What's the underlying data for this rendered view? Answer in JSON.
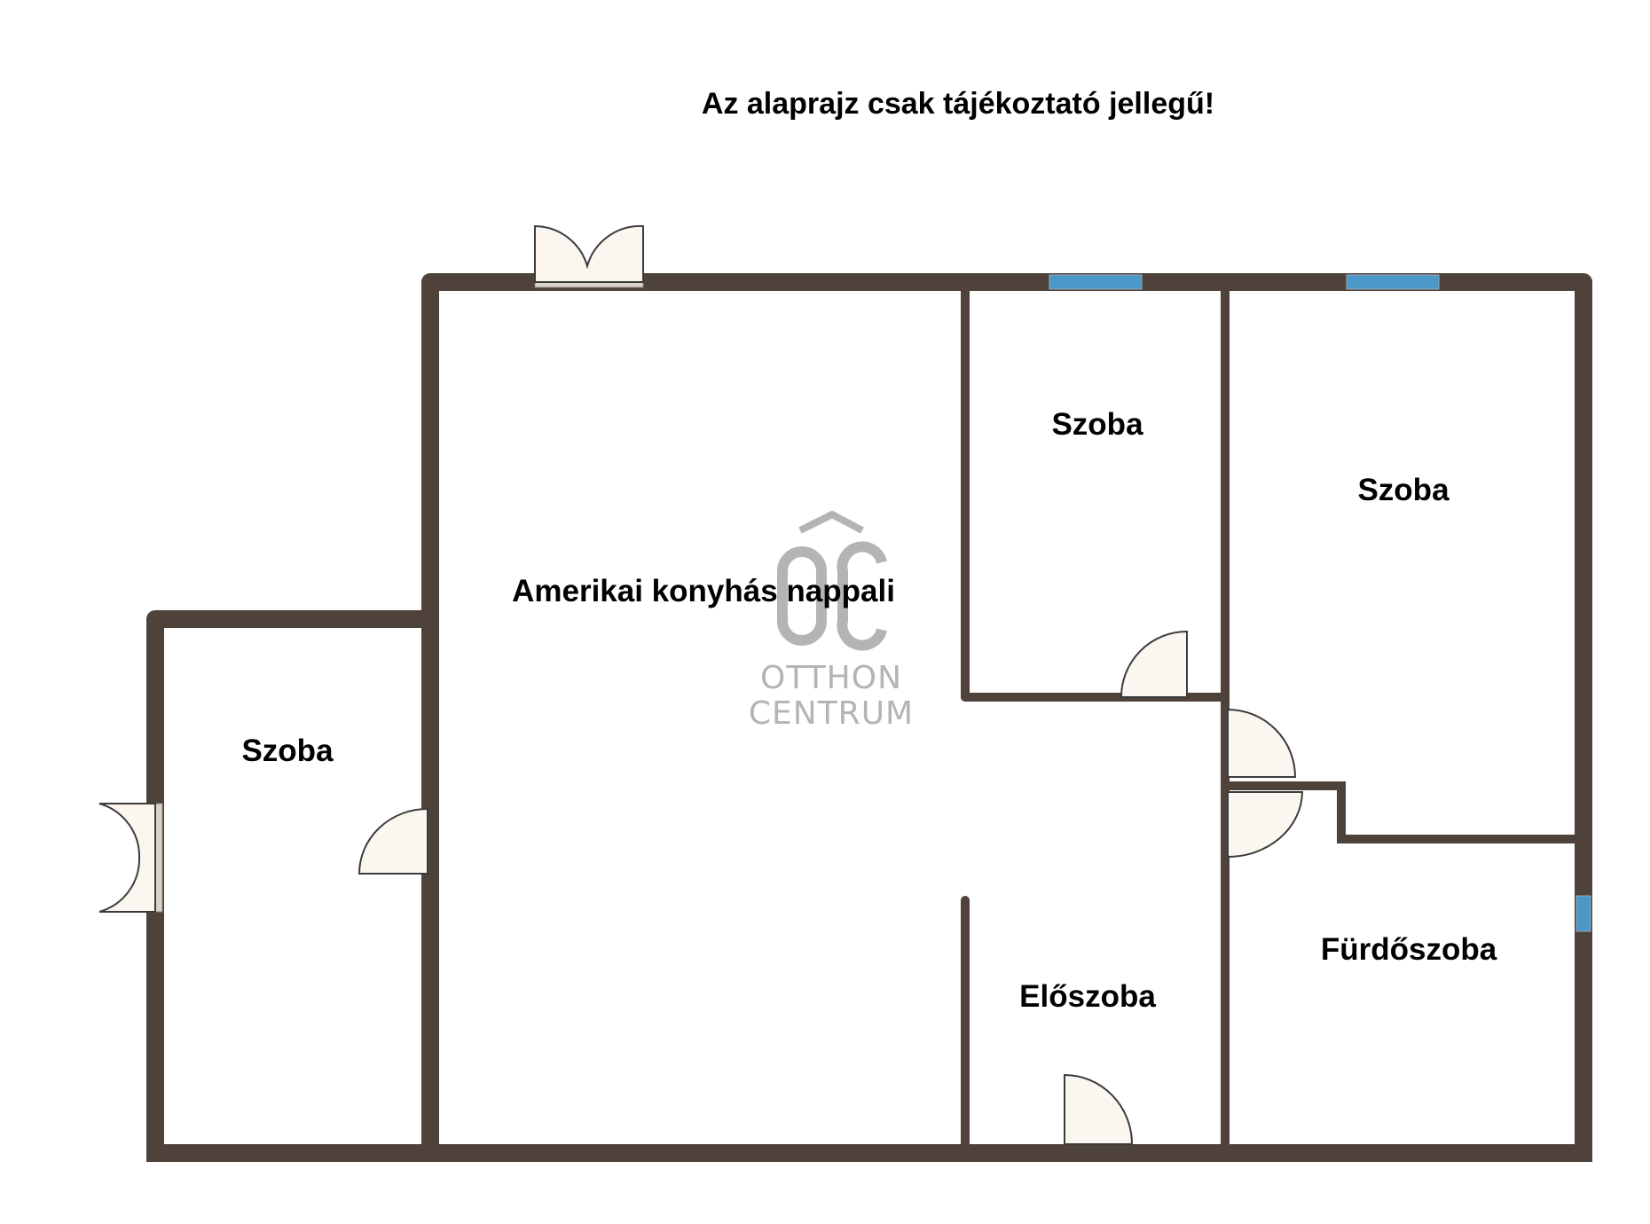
{
  "disclaimer": "Az alaprajz csak tájékoztató jellegű!",
  "rooms": {
    "living": "Amerikai konyhás nappali",
    "room_left": "Szoba",
    "room_mid": "Szoba",
    "room_right": "Szoba",
    "hall": "Előszoba",
    "bathroom": "Fürdőszoba"
  },
  "watermark": {
    "mark": "OC",
    "line1": "OTTHON",
    "line2": "CENTRUM"
  },
  "colors": {
    "wall": "#4e423b",
    "window": "#4a97c8",
    "door_fill": "#fbf6ef",
    "door_stroke": "#3c3c3c",
    "watermark": "#b4b4b4"
  }
}
